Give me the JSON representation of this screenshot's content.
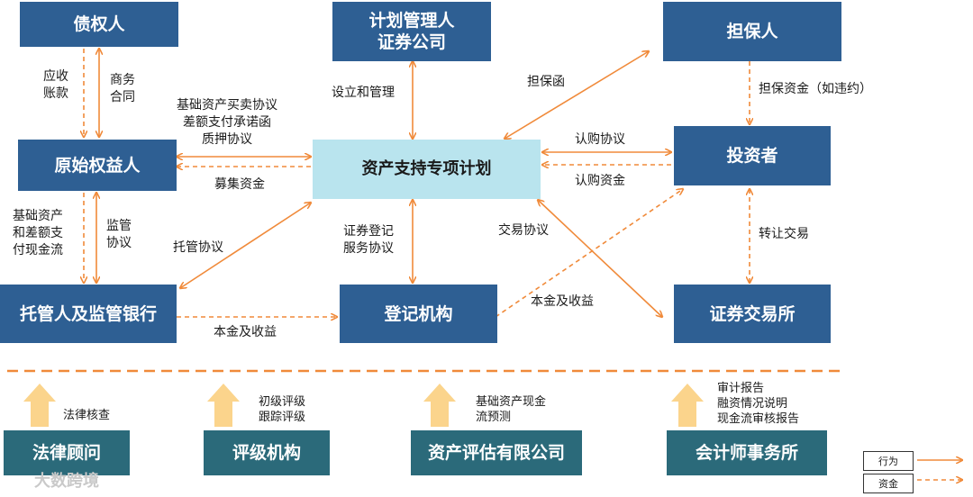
{
  "nodes": {
    "creditor": "债权人",
    "manager": [
      "计划管理人",
      "证券公司"
    ],
    "guarantor": "担保人",
    "originator": "原始权益人",
    "spv": "资产支持专项计划",
    "investor": "投资者",
    "custodian": "托管人及监管银行",
    "registry": "登记机构",
    "exchange": "证券交易所"
  },
  "labels": {
    "receivable": [
      "应收",
      "账款"
    ],
    "contract": [
      "商务",
      "合同"
    ],
    "agreements": [
      "基础资产买卖协议",
      "差额支付承诺函",
      "质押协议"
    ],
    "raise_funds": "募集资金",
    "setup_manage": "设立和管理",
    "guarantee_letter": "担保函",
    "guarantee_funds": "担保资金（如违约）",
    "subscribe_agreement": "认购协议",
    "subscribe_funds": "认购资金",
    "base_cash": [
      "基础资产",
      "和差额支",
      "付现金流"
    ],
    "supervision": [
      "监管",
      "协议"
    ],
    "custody": "托管协议",
    "registration": [
      "证券登记",
      "服务协议"
    ],
    "trade_agreement": "交易协议",
    "principal_income_1": "本金及收益",
    "principal_income_2": "本金及收益",
    "transfer_trade": "转让交易"
  },
  "providers": {
    "legal": {
      "name": "法律顾问",
      "service": [
        "法律核查"
      ]
    },
    "rating": {
      "name": "评级机构",
      "service": [
        "初级评级",
        "跟踪评级"
      ]
    },
    "valuation": {
      "name": "资产评估有限公司",
      "service": [
        "基础资产现金",
        "流预测"
      ]
    },
    "accounting": {
      "name": "会计师事务所",
      "service": [
        "审计报告",
        "融资情况说明",
        "现金流审核报告"
      ]
    }
  },
  "legend": {
    "action": "行为",
    "funds": "资金"
  },
  "watermark": "大数跨境",
  "colors": {
    "node": "#2e5f93",
    "center": "#b9e4ee",
    "provider": "#2b6a7a",
    "arrow": "#f08a3a",
    "up_arrow": "#fbd48c"
  }
}
